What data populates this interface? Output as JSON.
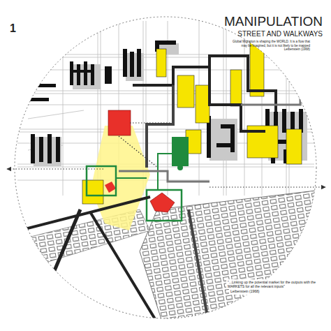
{
  "diagram": {
    "title": "MANIPULATION",
    "labels": [
      "1",
      "STREET AND WALKWAYS",
      "Global Migration is shaping the WORLD. It is a flow that may be imagined, but it is not likely to be mapped Leibenstein (1968)",
      "\"...Linking up the potential market for the outputs with the MARKETS for all the relevant inputs\"",
      "Leibenstein (1968)"
    ]
  }
}
